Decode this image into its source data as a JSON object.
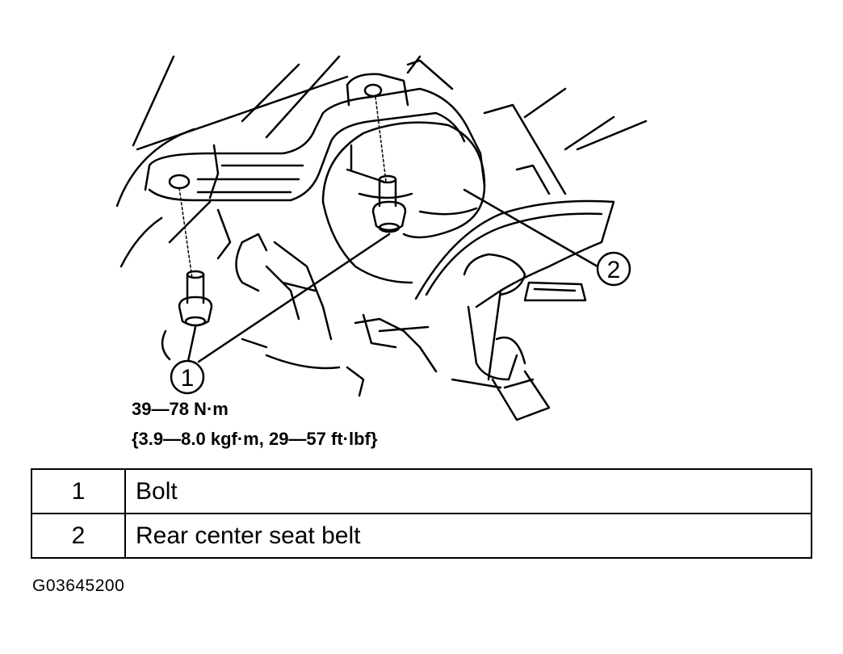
{
  "figure": {
    "callouts": [
      {
        "label": "1"
      },
      {
        "label": "2"
      }
    ],
    "torque_line1": "39—78 N·m",
    "torque_line2": "{3.9—8.0 kgf·m, 29—57 ft·lbf}"
  },
  "legend": {
    "rows": [
      {
        "number": "1",
        "name": "Bolt"
      },
      {
        "number": "2",
        "name": "Rear center seat belt"
      }
    ]
  },
  "figure_code": "G03645200"
}
